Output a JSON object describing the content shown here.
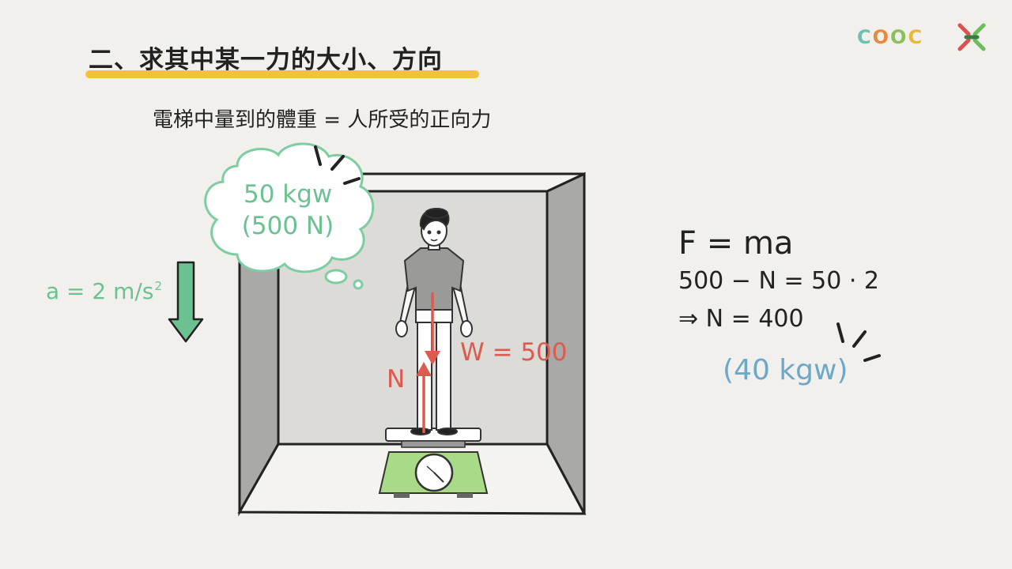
{
  "header": {
    "title": "二、求其中某一力的大小、方向",
    "subtitle": "電梯中量到的體重 = 人所受的正向力"
  },
  "logo": {
    "letters": [
      "C",
      "O",
      "O",
      "C"
    ],
    "colors": [
      "#6cc1b0",
      "#e58b3b",
      "#8bbf5a",
      "#e6b93a"
    ],
    "mark_icon": "x-mark-icon"
  },
  "acceleration": {
    "label": "a = 2 m/s",
    "superscript": "2",
    "color": "#6cc191"
  },
  "thought_bubble": {
    "line1": "50 kgw",
    "line2": "(500 N)"
  },
  "forces": {
    "weight_label": "W = 500",
    "normal_label": "N",
    "color": "#dd5a4e"
  },
  "equations": {
    "line1": "F = ma",
    "line2": "500 − N = 50 · 2",
    "line3": "⇒ N = 400",
    "result": "(40 kgw)"
  }
}
